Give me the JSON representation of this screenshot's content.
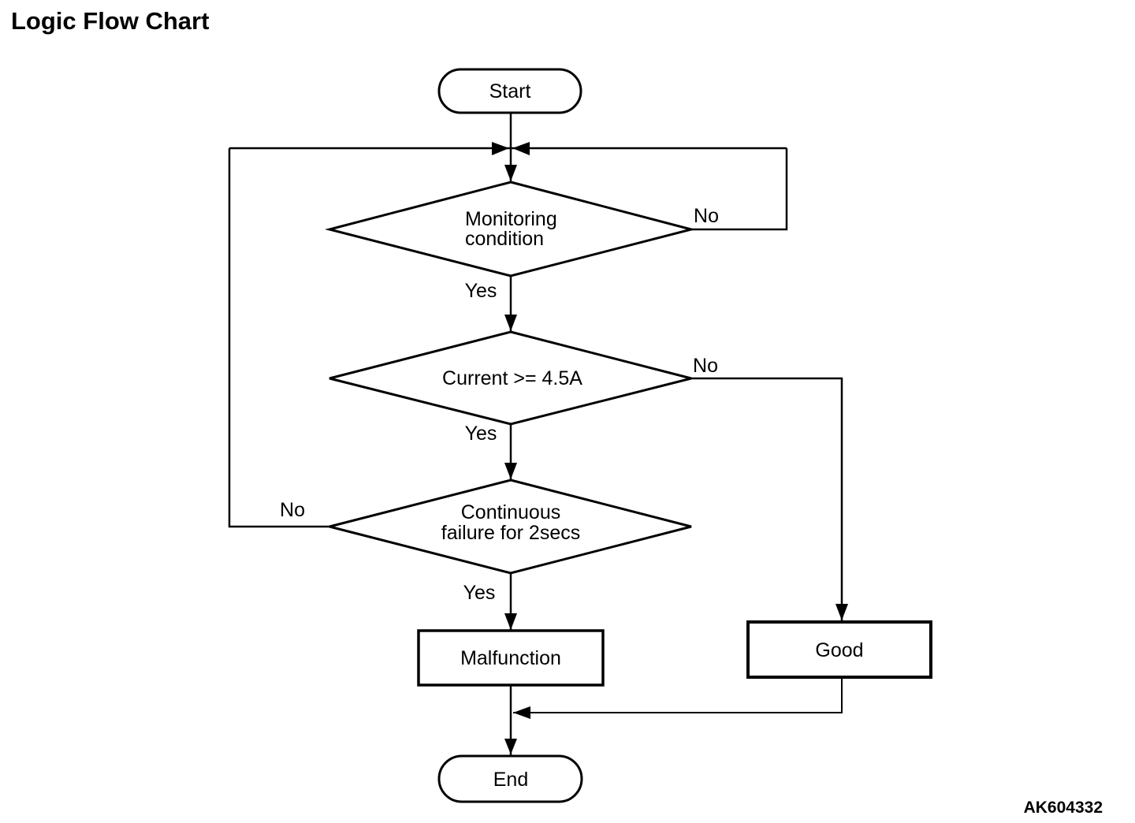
{
  "page": {
    "title": "Logic Flow Chart",
    "figure_code": "AK604332"
  },
  "colors": {
    "ink": "#000000",
    "paper": "#ffffff"
  },
  "nodes": {
    "start": {
      "type": "terminator",
      "label": "Start"
    },
    "monitoring": {
      "type": "decision",
      "lines": [
        "Monitoring",
        "condition"
      ]
    },
    "current": {
      "type": "decision",
      "lines": [
        "Current >= 4.5A"
      ]
    },
    "continuous": {
      "type": "decision",
      "lines": [
        "Continuous",
        "failure for 2secs"
      ]
    },
    "malfunction": {
      "type": "process",
      "label": "Malfunction"
    },
    "good": {
      "type": "process",
      "label": "Good"
    },
    "end": {
      "type": "terminator",
      "label": "End"
    }
  },
  "edges": [
    {
      "from": "start",
      "to": "monitoring",
      "label": ""
    },
    {
      "from": "monitoring",
      "to": "current",
      "label": "Yes"
    },
    {
      "from": "monitoring",
      "to": "monitoring",
      "label": "No"
    },
    {
      "from": "current",
      "to": "continuous",
      "label": "Yes"
    },
    {
      "from": "current",
      "to": "good",
      "label": "No"
    },
    {
      "from": "continuous",
      "to": "malfunction",
      "label": "Yes"
    },
    {
      "from": "continuous",
      "to": "monitoring",
      "label": "No"
    },
    {
      "from": "malfunction",
      "to": "end",
      "label": ""
    },
    {
      "from": "good",
      "to": "end",
      "label": ""
    }
  ]
}
